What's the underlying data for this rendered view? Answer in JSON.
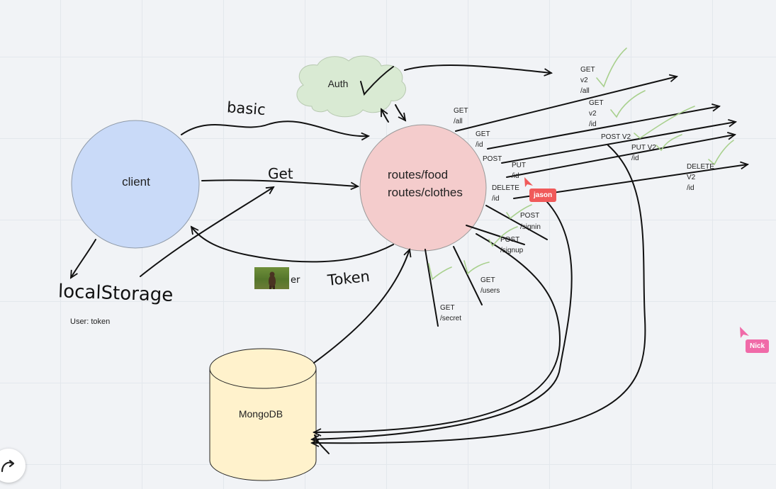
{
  "nodes": {
    "client": "client",
    "routes_line1": "routes/food",
    "routes_line2": "routes/clothes",
    "auth": "Auth",
    "mongodb": "MongoDB"
  },
  "handwriting": {
    "basic": "basic",
    "get": "Get",
    "token": "Token",
    "local_storage": "localStorage",
    "er": "er"
  },
  "notes": {
    "user_token": "User: token"
  },
  "endpoints": {
    "get_all": [
      "GET",
      "/all"
    ],
    "get_id": [
      "GET",
      "/id"
    ],
    "post": [
      "POST"
    ],
    "put_id": [
      "PUT",
      "/id"
    ],
    "delete_id": [
      "DELETE",
      "/id"
    ],
    "post_signin": [
      "POST",
      "/signin"
    ],
    "post_signup": [
      "POST",
      "/signup"
    ],
    "get_users": [
      "GET",
      "/users"
    ],
    "get_secret": [
      "GET",
      "/secret"
    ],
    "get_v2_all": [
      "GET",
      "v2",
      "/all"
    ],
    "get_v2_id": [
      "GET",
      "v2",
      "/id"
    ],
    "post_v2": [
      "POST V2"
    ],
    "put_v2_id": [
      "PUT V2",
      "/id"
    ],
    "delete_v2_id": [
      "DELETE",
      "V2",
      "/id"
    ]
  },
  "cursors": {
    "jason": "jason",
    "nick": "Nick"
  },
  "colors": {
    "client": "#c9daf8",
    "routes": "#f4cccc",
    "auth": "#d9ead3",
    "mongodb": "#fff2cc",
    "check": "#a8d08d",
    "jason": "#f05a5a",
    "nick": "#f06aa8"
  },
  "icons": {
    "undo": "redo-arrow-icon",
    "thumbnail": "bear-photo"
  }
}
